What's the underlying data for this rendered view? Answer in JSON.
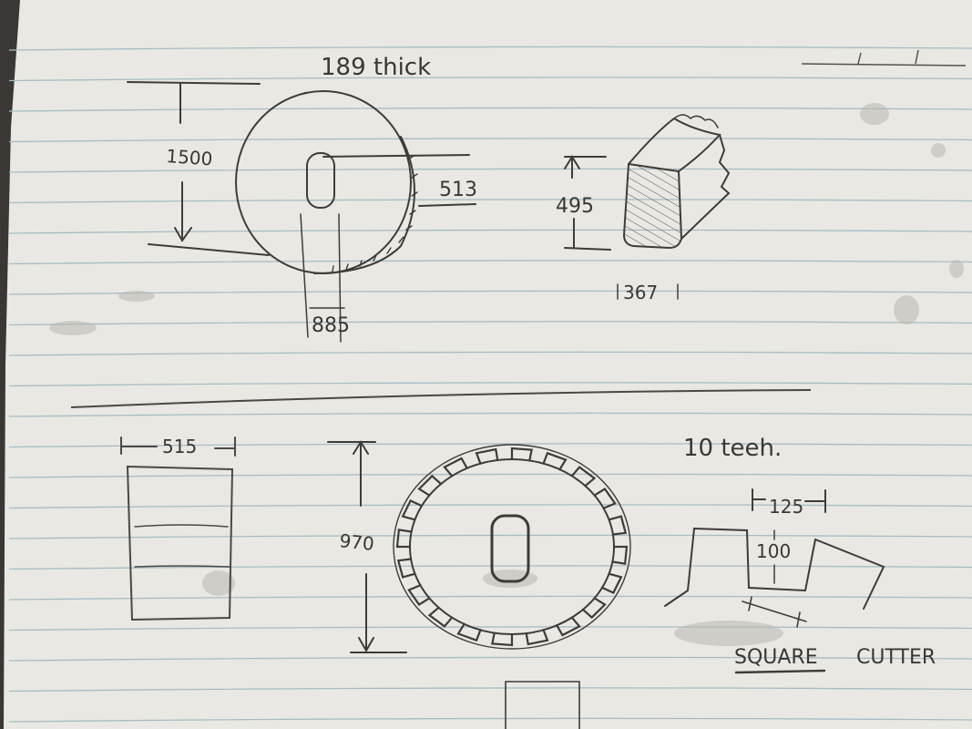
{
  "paper": {
    "color": "#e9e8e3",
    "rule_color": "#9fb6bf",
    "ink_color": "#3b3936"
  },
  "top": {
    "thickness_note": "189 thick",
    "wheel": {
      "height_label": "1500",
      "hub_label": "513",
      "segment_label": "885"
    },
    "block": {
      "height_label": "495",
      "width_label": "367"
    }
  },
  "bottom": {
    "rect": {
      "width_label": "515"
    },
    "gear": {
      "diameter_label": "970",
      "tooth_count": 10
    },
    "teeth_note": "10 teeh.",
    "tooth": {
      "width_label": "125",
      "depth_label": "100"
    },
    "notes": [
      "SQUARE",
      "CUTTER"
    ]
  }
}
